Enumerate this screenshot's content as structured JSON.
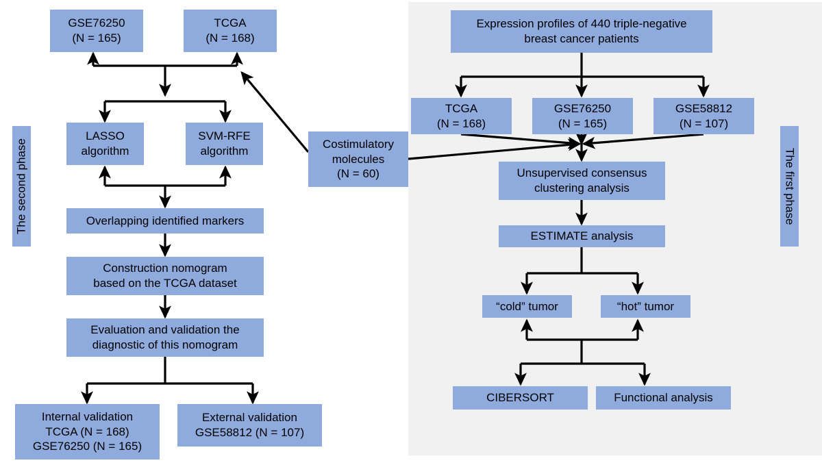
{
  "figure": {
    "type": "flowchart",
    "background": "#ffffff",
    "panel_background": "#f1f1f1",
    "node_fill": "#8faadc",
    "line_color": "#000000"
  },
  "phases": {
    "second": {
      "label": "The second phase"
    },
    "first": {
      "label": "The first phase"
    }
  },
  "second_phase_nodes": {
    "gse76250": "GSE76250\n(N = 165)",
    "tcga": "TCGA\n(N = 168)",
    "lasso": "LASSO\nalgorithm",
    "svm_rfe": "SVM-RFE\nalgorithm",
    "overlapping": "Overlapping identified markers",
    "construction": "Construction nomogram\nbased on the TCGA dataset",
    "evaluation": "Evaluation and validation the\ndiagnostic of this nomogram",
    "internal_validation": "Internal validation\nTCGA (N = 168)\nGSE76250 (N = 165)",
    "external_validation": "External validation\nGSE58812 (N = 107)"
  },
  "bridge_node": {
    "costimulatory": "Costimulatory\nmolecules\n(N = 60)"
  },
  "first_phase_nodes": {
    "expression_profiles": "Expression profiles of 440 triple-negative\nbreast cancer patients",
    "tcga": "TCGA\n(N = 168)",
    "gse76250": "GSE76250\n(N = 165)",
    "gse58812": "GSE58812\n(N = 107)",
    "consensus": "Unsupervised consensus\nclustering analysis",
    "estimate": "ESTIMATE analysis",
    "cold_tumor": "“cold” tumor",
    "hot_tumor": "“hot” tumor",
    "cibersort": "CIBERSORT",
    "functional": "Functional analysis"
  }
}
